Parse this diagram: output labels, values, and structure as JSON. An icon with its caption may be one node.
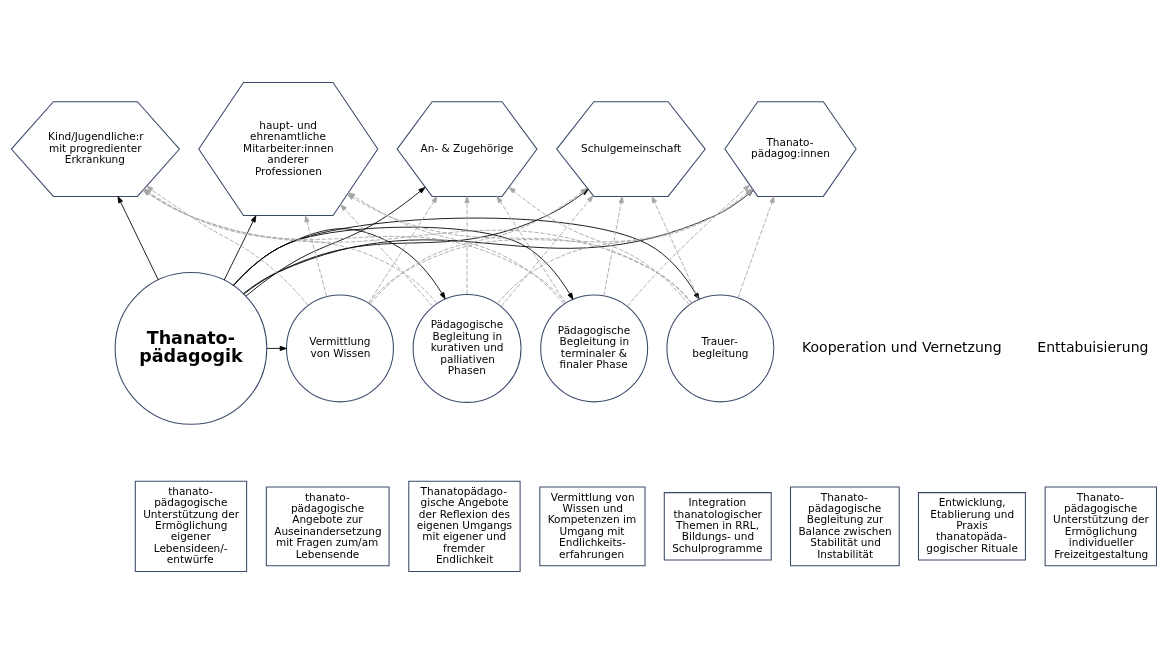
{
  "diagram": {
    "nodes": [
      {
        "text": [
          "Thanato- pädagog:innen"
        ]
      },
      {
        "text": [
          "Kind/Jugendliche:r mit progredienter Erkrankung"
        ]
      },
      {
        "text": [
          "haupt- und ehrenamtliche Mitarbeiter:innen anderer Professionen"
        ]
      },
      {
        "text": [
          "An- & Zugehörige"
        ]
      },
      {
        "text": [
          "Schulgemeinschaft"
        ]
      },
      {
        "text": [
          "Thanato- pädagogik"
        ]
      },
      {
        "text": [
          "Pädagogische Begleitung in terminaler & finaler Phase"
        ]
      },
      {
        "text": [
          "Pädagogische Begleitung in kurativen und palliativen Phasen"
        ]
      },
      {
        "text": [
          "Vermittlung von Wissen"
        ]
      },
      {
        "text": [
          "Trauer- begleitung"
        ]
      },
      {
        "text": [
          "thanato- pädagogische Unterstützung der Ermöglichung eigener Lebensideen/- entwürfe"
        ]
      },
      {
        "text": [
          "thanato- pädagogische Angebote zur Auseinandersetzung mit Fragen zum/am Lebensende"
        ]
      },
      {
        "text": [
          "Thanatopädago- gische Angebote der Reflexion des eigenen Umgangs mit eigener und fremder Endlichkeit"
        ]
      },
      {
        "text": [
          "Vermittlung von Wissen und Kompetenzen im Umgang mit Endlichkeits- erfahrungen"
        ]
      },
      {
        "text": [
          "Integration thanatologischer Themen in RRL, Bildungs- und Schulprogramme"
        ]
      },
      {
        "text": [
          "Thanato- pädagogische Begleitung zur Balance zwischen Stabilität und Instabilität"
        ]
      },
      {
        "text": [
          "Entwicklung, Etablierung und Praxis thanatopäda- gogischer Rituale"
        ]
      },
      {
        "text": [
          "Thanato- pädagogische Unterstützung der Ermöglichung individueller Freizeitgestaltung"
        ]
      }
    ],
    "edges": [
      {
        "from": 5,
        "to": 0,
        "arrow": "to",
        "color": "#000000"
      },
      {
        "from": 5,
        "to": 1,
        "arrow": "to",
        "color": "#000000"
      },
      {
        "from": 5,
        "to": 2,
        "arrow": "to",
        "color": "#000000"
      },
      {
        "from": 5,
        "to": 3,
        "arrow": "to",
        "color": "#000000"
      },
      {
        "from": 5,
        "to": 4,
        "arrow": "to",
        "color": "#000000"
      },
      {
        "from": 5,
        "to": 6,
        "arrow": "to",
        "color": "#000000"
      },
      {
        "from": 5,
        "to": 7,
        "arrow": "to",
        "color": "#000000"
      },
      {
        "from": 5,
        "to": 8,
        "arrow": "to",
        "color": "#000000"
      },
      {
        "from": 5,
        "to": 9,
        "arrow": "to",
        "color": "#000000"
      },
      {
        "from": 6,
        "to": 0,
        "arrow": "to",
        "style": "dashed"
      },
      {
        "from": 6,
        "to": 1,
        "arrow": "to",
        "style": "dashed"
      },
      {
        "from": 6,
        "to": 2,
        "arrow": "to",
        "style": "dashed"
      },
      {
        "from": 6,
        "to": 3,
        "arrow": "to",
        "style": "dashed"
      },
      {
        "from": 6,
        "to": 4,
        "arrow": "to",
        "style": "dashed"
      },
      {
        "from": 7,
        "to": 0,
        "arrow": "to",
        "style": "dashed"
      },
      {
        "from": 7,
        "to": 1,
        "arrow": "to",
        "style": "dashed"
      },
      {
        "from": 7,
        "to": 2,
        "arrow": "to",
        "style": "dashed"
      },
      {
        "from": 7,
        "to": 3,
        "arrow": "to",
        "style": "dashed"
      },
      {
        "from": 7,
        "to": 4,
        "arrow": "to",
        "style": "dashed"
      },
      {
        "from": 8,
        "to": 0,
        "arrow": "to",
        "style": "dashed"
      },
      {
        "from": 8,
        "to": 1,
        "arrow": "to",
        "style": "dashed"
      },
      {
        "from": 8,
        "to": 2,
        "arrow": "to",
        "style": "dashed"
      },
      {
        "from": 8,
        "to": 3,
        "arrow": "to",
        "style": "dashed"
      },
      {
        "from": 8,
        "to": 4,
        "arrow": "to",
        "style": "dashed"
      },
      {
        "from": 9,
        "to": 0,
        "arrow": "to",
        "style": "dashed"
      },
      {
        "from": 9,
        "to": 1,
        "arrow": "to",
        "style": "dashed"
      },
      {
        "from": 9,
        "to": 2,
        "arrow": "to",
        "style": "dashed"
      },
      {
        "from": 9,
        "to": 3,
        "arrow": "to",
        "style": "dashed"
      },
      {
        "from": 9,
        "to": 4,
        "arrow": "to",
        "style": "dashed"
      }
    ],
    "labels": [
      "Kooperation und Vernetzung",
      "Enttabuisierung"
    ]
  }
}
